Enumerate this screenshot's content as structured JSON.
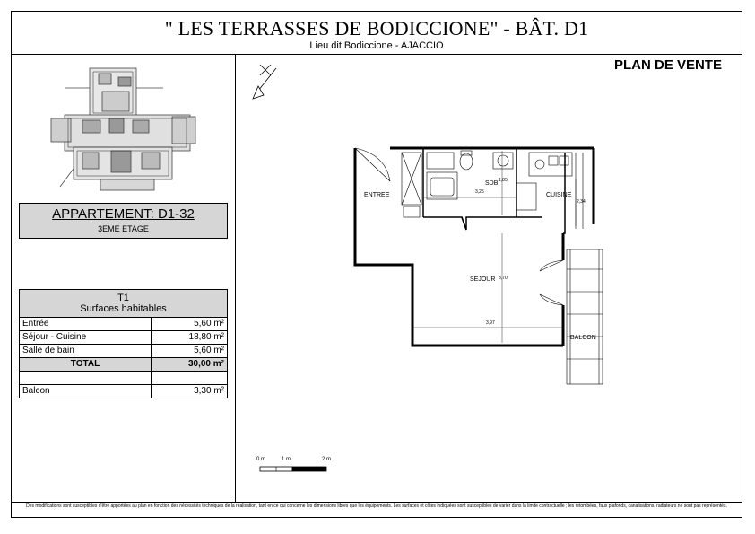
{
  "header": {
    "title": "\" LES TERRASSES DE BODICCIONE\"  -  BÂT.  D1",
    "subtitle": "Lieu dit Bodiccione - AJACCIO"
  },
  "plan_title": "PLAN DE VENTE",
  "apartment": {
    "name": "APPARTEMENT: D1-32",
    "floor": "3EME ETAGE"
  },
  "areas_table": {
    "type": "T1",
    "heading": "Surfaces habitables",
    "rows": [
      {
        "label": "Entrée",
        "value": "5,60 m²"
      },
      {
        "label": "Séjour - Cuisine",
        "value": "18,80 m²"
      },
      {
        "label": "Salle de bain",
        "value": "5,60 m²"
      }
    ],
    "total_label": "TOTAL",
    "total_value": "30,00 m²",
    "balcony_label": "Balcon",
    "balcony_value": "3,30 m²"
  },
  "rooms": {
    "entree": "ENTREE",
    "sdb": "SDB",
    "cuisine": "CUISINE",
    "sejour": "SEJOUR",
    "balcon": "BALCON"
  },
  "dimensions": {
    "sdb_width": "3,25",
    "sdb_height": "1,85",
    "cuisine_depth": "2,34",
    "sejour_height": "3,70",
    "sejour_width": "3,97"
  },
  "scale_bar": {
    "labels": [
      "0 m",
      "1 m",
      "2 m"
    ]
  },
  "disclaimer": "Des modifications sont susceptibles d'être apportées au plan en fonction des nécessités techniques de la réalisation, tant en ce qui concerne les dimensions libres que les équipements. Les surfaces et côtes indiquées sont susceptibles de varier dans la limite contractuelle ; les retombées, faux plafonds, canalisations, radiateurs ne sont pas représentés."
}
